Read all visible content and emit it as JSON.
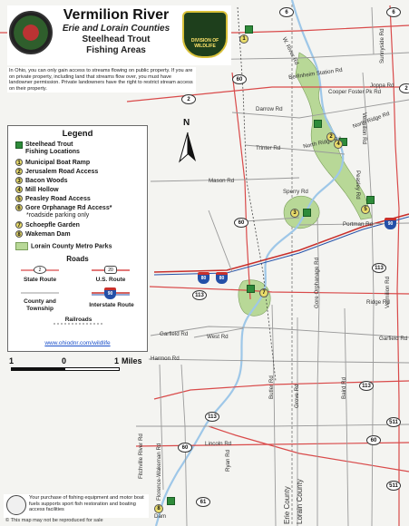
{
  "title": {
    "river": "Vermilion River",
    "counties": "Erie and Lorain Counties",
    "species": "Steelhead Trout",
    "subject": "Fishing Areas",
    "agency_badge_text": "DIVISION OF WILDLIFE"
  },
  "access_note": "In Ohio, you can only gain access to streams flowing on public property. If you are on private property, including land that streams flow over, you must have landowner permission. Private landowners have the right to restrict stream access on their property.",
  "legend": {
    "title": "Legend",
    "site_symbol_label_1": "Steelhead Trout",
    "site_symbol_label_2": "Fishing Locations",
    "sites": [
      {
        "num": "1",
        "label": "Municipal Boat Ramp"
      },
      {
        "num": "2",
        "label": "Jerusalem Road Access"
      },
      {
        "num": "3",
        "label": "Bacon Woods"
      },
      {
        "num": "4",
        "label": "Mill Hollow"
      },
      {
        "num": "5",
        "label": "Peasley Road Access"
      },
      {
        "num": "6",
        "label": "Gore Orphanage Rd Access*"
      },
      {
        "num": "",
        "label": "*roadside parking only"
      },
      {
        "num": "7",
        "label": "Schoepfle Garden"
      },
      {
        "num": "8",
        "label": "Wakeman Dam"
      }
    ],
    "park_label": "Lorain County Metro Parks",
    "roads_heading": "Roads",
    "state_route": "State Route",
    "us_route": "U.S. Route",
    "county_township_1": "County and",
    "county_township_2": "Township",
    "interstate_route": "Interstate Route",
    "railroads": "Railroads",
    "sample_state_number": "2",
    "sample_us_number": "20",
    "sample_interstate_number": "90",
    "link": "www.ohiodnr.com/wildlife"
  },
  "scale": {
    "left": "1",
    "mid": "0",
    "right": "1",
    "unit": "Miles"
  },
  "north": "N",
  "footer": {
    "text": "Your purchase of fishing equipment and motor boat fuels supports sport fish restoration and boating access facilities",
    "disclaimer": "This map may not be reproduced for sale"
  },
  "roads": [
    {
      "name": "Berlinheim Station Rd"
    },
    {
      "name": "Joppa Rd"
    },
    {
      "name": "Cooper Foster Pk Rd"
    },
    {
      "name": "Darrow Rd"
    },
    {
      "name": "North Ridge Rd"
    },
    {
      "name": "North Ridge Rd"
    },
    {
      "name": "Trinter Rd"
    },
    {
      "name": "Mason Rd"
    },
    {
      "name": "Sperry Rd"
    },
    {
      "name": "Portman Rd"
    },
    {
      "name": "Garfield Rd"
    },
    {
      "name": "West Rd"
    },
    {
      "name": "Harmon Rd"
    },
    {
      "name": "Garfield Rd"
    },
    {
      "name": "Lincoln Rd"
    },
    {
      "name": "Dam"
    },
    {
      "name": "Sunnyside Rd"
    },
    {
      "name": "Vermilion Rd"
    },
    {
      "name": "Peasley Rd"
    },
    {
      "name": "Gore Orphanage Rd"
    },
    {
      "name": "Vermilion Rd"
    },
    {
      "name": "Butler Rd"
    },
    {
      "name": "Grove Rd"
    },
    {
      "name": "Baird Rd"
    },
    {
      "name": "Erie County"
    },
    {
      "name": "Lorain County"
    },
    {
      "name": "Florence-Wakeman Rd"
    },
    {
      "name": "Fitchville River Rd"
    },
    {
      "name": "Ryan Rd"
    },
    {
      "name": "Ridge Rd"
    },
    {
      "name": "W. River Rd"
    }
  ],
  "route_shields": [
    "6",
    "6",
    "2",
    "2",
    "60",
    "60",
    "60",
    "60",
    "113",
    "113",
    "113",
    "113",
    "511",
    "511",
    "61"
  ],
  "interstates": [
    "80",
    "80",
    "90"
  ],
  "colors": {
    "river": "#9ec7e8",
    "park": "#b8d897",
    "state_road": "#d94a4a",
    "county_road": "#9a9a9a",
    "site_marker": "#2e8b3a",
    "interstate": "#2450a8"
  }
}
